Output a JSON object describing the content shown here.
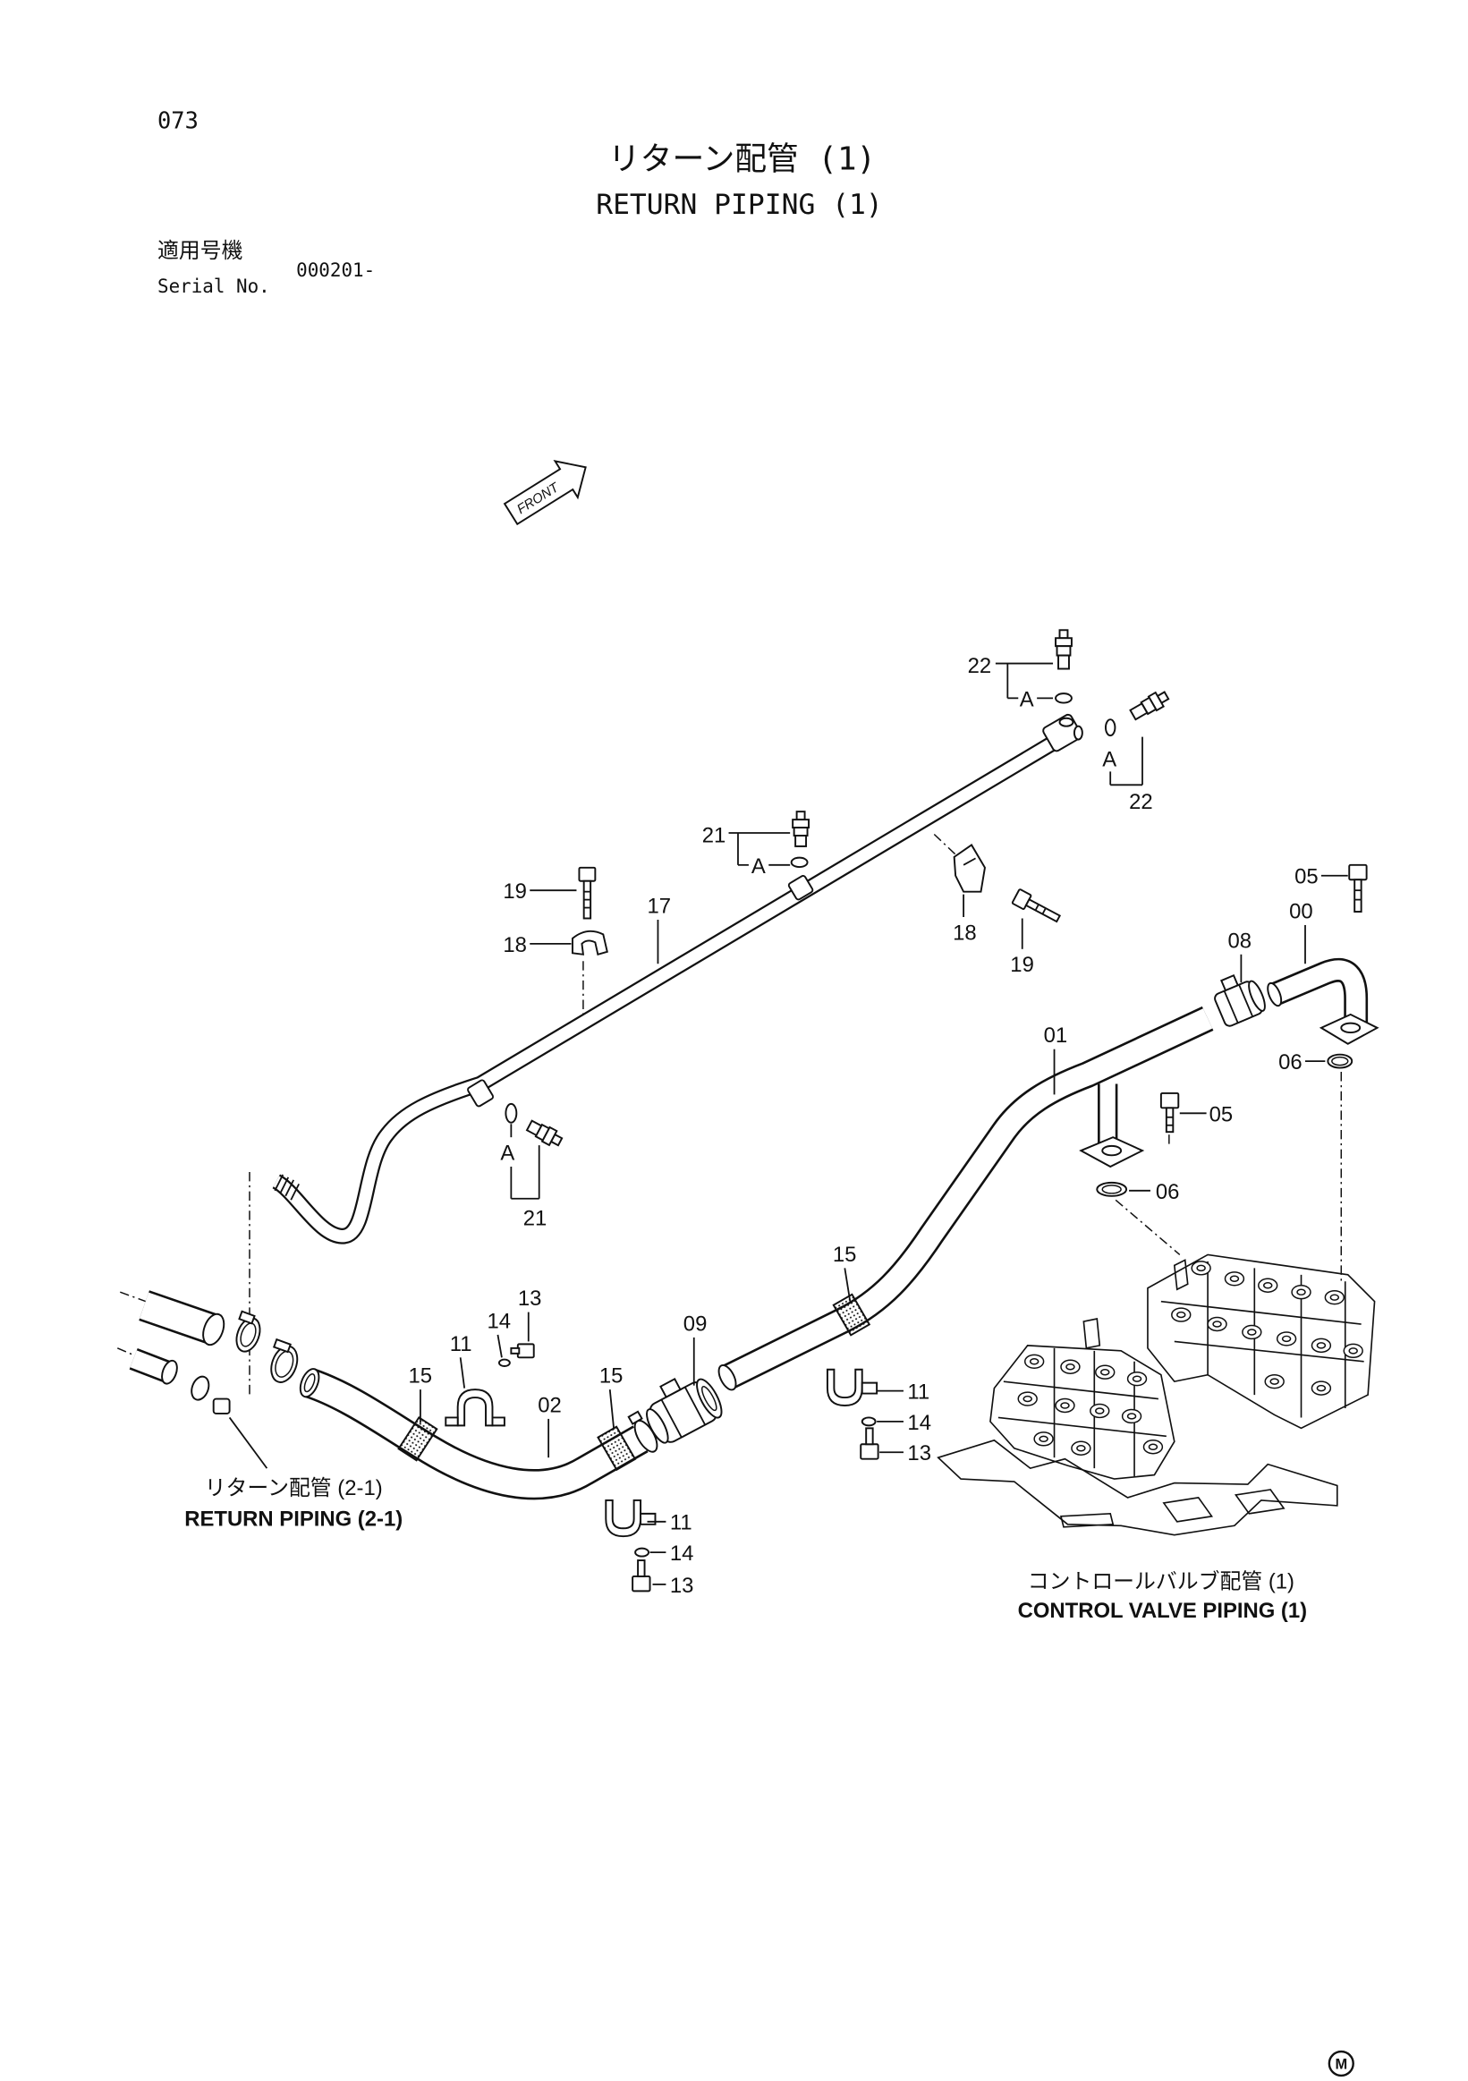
{
  "page_number": "073",
  "title": {
    "ja": "リターン配管 (1)",
    "en": "RETURN PIPING (1)"
  },
  "serial": {
    "label_ja": "適用号機",
    "label_en": "Serial No.",
    "value": "000201-"
  },
  "front_label": "FRONT",
  "detail_mark": "A",
  "callouts": [
    "22",
    "22",
    "21",
    "19",
    "18",
    "17",
    "18",
    "19",
    "05",
    "00",
    "08",
    "06",
    "01",
    "05",
    "06",
    "21",
    "15",
    "13",
    "14",
    "11",
    "09",
    "15",
    "15",
    "02",
    "11",
    "14",
    "13",
    "11",
    "14",
    "13"
  ],
  "references": [
    {
      "ja": "リターン配管 (2-1)",
      "en": "RETURN PIPING (2-1)"
    },
    {
      "ja": "コントロールバルブ配管 (1)",
      "en": "CONTROL VALVE PIPING (1)"
    }
  ],
  "corner_mark": "M"
}
